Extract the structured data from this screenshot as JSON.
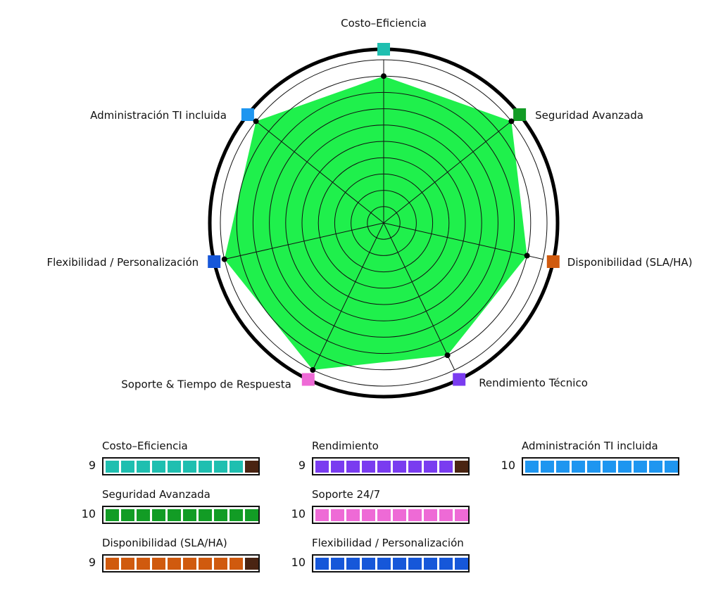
{
  "chart_data": {
    "type": "radar",
    "max": 10,
    "rings": 10,
    "fill_color": "#1ff04c",
    "axes": [
      {
        "label": "Costo–Eficiencia",
        "value": 9,
        "color": "#1fbfb0"
      },
      {
        "label": "Seguridad Avanzada",
        "value": 10,
        "color": "#129c25"
      },
      {
        "label": "Disponibilidad (SLA/HA)",
        "value": 9,
        "color": "#d05a0e"
      },
      {
        "label": "Rendimiento Técnico",
        "value": 9,
        "color": "#7a3cf0"
      },
      {
        "label": "Soporte & Tiempo de Respuesta",
        "value": 10,
        "color": "#ee6ad6"
      },
      {
        "label": "Flexibilidad / Personalización",
        "value": 10,
        "color": "#1657d9"
      },
      {
        "label": "Administración TI incluida",
        "value": 10,
        "color": "#1e96f0"
      }
    ]
  },
  "legend": {
    "empty_cell_color": "#4a2412",
    "items": [
      {
        "label": "Costo–Eficiencia",
        "score": 9,
        "color": "#1fbfb0"
      },
      {
        "label": "Seguridad Avanzada",
        "score": 10,
        "color": "#129c25"
      },
      {
        "label": "Disponibilidad (SLA/HA)",
        "score": 9,
        "color": "#d05a0e"
      },
      {
        "label": "Rendimiento",
        "score": 9,
        "color": "#7a3cf0"
      },
      {
        "label": "Soporte 24/7",
        "score": 10,
        "color": "#ee6ad6"
      },
      {
        "label": "Flexibilidad / Personalización",
        "score": 10,
        "color": "#1657d9"
      },
      {
        "label": "Administración TI incluida",
        "score": 10,
        "color": "#1e96f0"
      }
    ]
  }
}
